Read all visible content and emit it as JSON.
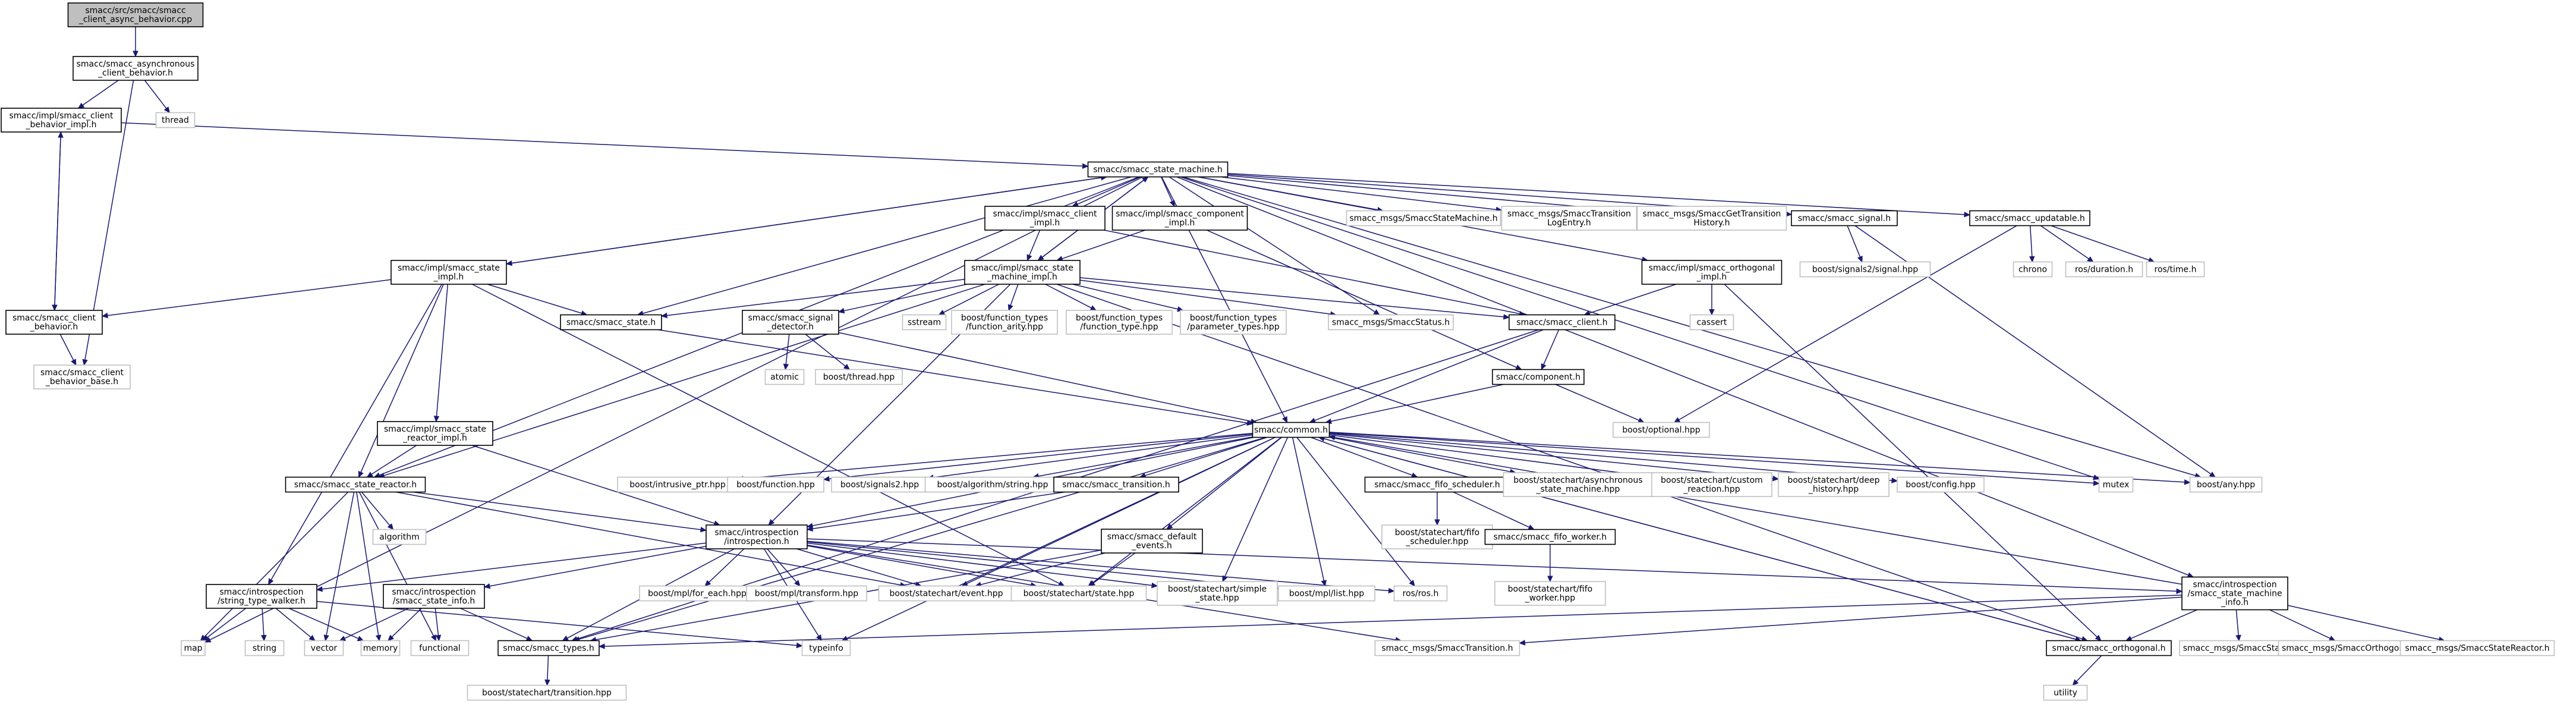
{
  "colors": {
    "edge": "#191970",
    "main_fill": "#bfbfbf",
    "node_border": "#000000",
    "external_border": "#bfbfbf"
  },
  "nodes": [
    {
      "id": "root",
      "lines": [
        "smacc/src/smacc/smacc",
        "_client_async_behavior.cpp"
      ],
      "kind": "main"
    },
    {
      "id": "async_cb",
      "lines": [
        "smacc/smacc_asynchronous",
        "_client_behavior.h"
      ],
      "kind": "doc"
    },
    {
      "id": "thread",
      "lines": [
        "thread"
      ],
      "kind": "ext"
    },
    {
      "id": "cb_impl",
      "lines": [
        "smacc/impl/smacc_client",
        "_behavior_impl.h"
      ],
      "kind": "doc"
    },
    {
      "id": "sm",
      "lines": [
        "smacc/smacc_state_machine.h"
      ],
      "kind": "doc"
    },
    {
      "id": "client_impl",
      "lines": [
        "smacc/impl/smacc_client",
        "_impl.h"
      ],
      "kind": "doc"
    },
    {
      "id": "comp_impl",
      "lines": [
        "smacc/impl/smacc_component",
        "_impl.h"
      ],
      "kind": "doc"
    },
    {
      "id": "msg_sm",
      "lines": [
        "smacc_msgs/SmaccStateMachine.h"
      ],
      "kind": "ext"
    },
    {
      "id": "msg_tle",
      "lines": [
        "smacc_msgs/SmaccTransition",
        "LogEntry.h"
      ],
      "kind": "ext"
    },
    {
      "id": "msg_gth",
      "lines": [
        "smacc_msgs/SmaccGetTransition",
        "History.h"
      ],
      "kind": "ext"
    },
    {
      "id": "signal",
      "lines": [
        "smacc/smacc_signal.h"
      ],
      "kind": "doc"
    },
    {
      "id": "updatable",
      "lines": [
        "smacc/smacc_updatable.h"
      ],
      "kind": "doc"
    },
    {
      "id": "state_impl",
      "lines": [
        "smacc/impl/smacc_state",
        "_impl.h"
      ],
      "kind": "doc"
    },
    {
      "id": "sm_impl",
      "lines": [
        "smacc/impl/smacc_state",
        "_machine_impl.h"
      ],
      "kind": "doc"
    },
    {
      "id": "orth_impl",
      "lines": [
        "smacc/impl/smacc_orthogonal",
        "_impl.h"
      ],
      "kind": "doc"
    },
    {
      "id": "signals2_signal",
      "lines": [
        "boost/signals2/signal.hpp"
      ],
      "kind": "ext"
    },
    {
      "id": "chrono",
      "lines": [
        "chrono"
      ],
      "kind": "ext"
    },
    {
      "id": "ros_duration",
      "lines": [
        "ros/duration.h"
      ],
      "kind": "ext"
    },
    {
      "id": "ros_time",
      "lines": [
        "ros/time.h"
      ],
      "kind": "ext"
    },
    {
      "id": "client_behavior",
      "lines": [
        "smacc/smacc_client",
        "_behavior.h"
      ],
      "kind": "doc"
    },
    {
      "id": "state",
      "lines": [
        "smacc/smacc_state.h"
      ],
      "kind": "doc"
    },
    {
      "id": "sig_detector",
      "lines": [
        "smacc/smacc_signal",
        "_detector.h"
      ],
      "kind": "doc"
    },
    {
      "id": "sstream",
      "lines": [
        "sstream"
      ],
      "kind": "ext"
    },
    {
      "id": "ft_arity",
      "lines": [
        "boost/function_types",
        "/function_arity.hpp"
      ],
      "kind": "ext"
    },
    {
      "id": "ft_type",
      "lines": [
        "boost/function_types",
        "/function_type.hpp"
      ],
      "kind": "ext"
    },
    {
      "id": "ft_param",
      "lines": [
        "boost/function_types",
        "/parameter_types.hpp"
      ],
      "kind": "ext"
    },
    {
      "id": "msg_status",
      "lines": [
        "smacc_msgs/SmaccStatus.h"
      ],
      "kind": "ext"
    },
    {
      "id": "client",
      "lines": [
        "smacc/smacc_client.h"
      ],
      "kind": "doc"
    },
    {
      "id": "cassert",
      "lines": [
        "cassert"
      ],
      "kind": "ext"
    },
    {
      "id": "cb_base",
      "lines": [
        "smacc/smacc_client",
        "_behavior_base.h"
      ],
      "kind": "ext"
    },
    {
      "id": "atomic",
      "lines": [
        "atomic"
      ],
      "kind": "ext"
    },
    {
      "id": "boost_thread",
      "lines": [
        "boost/thread.hpp"
      ],
      "kind": "ext"
    },
    {
      "id": "component",
      "lines": [
        "smacc/component.h"
      ],
      "kind": "doc"
    },
    {
      "id": "optional",
      "lines": [
        "boost/optional.hpp"
      ],
      "kind": "ext"
    },
    {
      "id": "reactor_impl",
      "lines": [
        "smacc/impl/smacc_state",
        "_reactor_impl.h"
      ],
      "kind": "doc"
    },
    {
      "id": "common",
      "lines": [
        "smacc/common.h"
      ],
      "kind": "doc"
    },
    {
      "id": "reactor",
      "lines": [
        "smacc/smacc_state_reactor.h"
      ],
      "kind": "doc"
    },
    {
      "id": "intrusive_ptr",
      "lines": [
        "boost/intrusive_ptr.hpp"
      ],
      "kind": "ext"
    },
    {
      "id": "function",
      "lines": [
        "boost/function.hpp"
      ],
      "kind": "ext"
    },
    {
      "id": "signals2",
      "lines": [
        "boost/signals2.hpp"
      ],
      "kind": "ext"
    },
    {
      "id": "algo_string",
      "lines": [
        "boost/algorithm/string.hpp"
      ],
      "kind": "ext"
    },
    {
      "id": "transition",
      "lines": [
        "smacc/smacc_transition.h"
      ],
      "kind": "doc"
    },
    {
      "id": "fifo_sched",
      "lines": [
        "smacc/smacc_fifo_scheduler.h"
      ],
      "kind": "doc"
    },
    {
      "id": "sc_async",
      "lines": [
        "boost/statechart/asynchronous",
        "_state_machine.hpp"
      ],
      "kind": "ext"
    },
    {
      "id": "sc_custom",
      "lines": [
        "boost/statechart/custom",
        "_reaction.hpp"
      ],
      "kind": "ext"
    },
    {
      "id": "sc_deep",
      "lines": [
        "boost/statechart/deep",
        "_history.hpp"
      ],
      "kind": "ext"
    },
    {
      "id": "config",
      "lines": [
        "boost/config.hpp"
      ],
      "kind": "ext"
    },
    {
      "id": "mutex",
      "lines": [
        "mutex"
      ],
      "kind": "ext"
    },
    {
      "id": "boost_any",
      "lines": [
        "boost/any.hpp"
      ],
      "kind": "ext"
    },
    {
      "id": "algorithm",
      "lines": [
        "algorithm"
      ],
      "kind": "ext"
    },
    {
      "id": "sc_fifo_sched",
      "lines": [
        "boost/statechart/fifo",
        "_scheduler.hpp"
      ],
      "kind": "ext"
    },
    {
      "id": "fifo_worker",
      "lines": [
        "smacc/smacc_fifo_worker.h"
      ],
      "kind": "doc"
    },
    {
      "id": "introspection",
      "lines": [
        "smacc/introspection",
        "/introspection.h"
      ],
      "kind": "doc"
    },
    {
      "id": "default_events",
      "lines": [
        "smacc/smacc_default",
        "_events.h"
      ],
      "kind": "doc"
    },
    {
      "id": "stw",
      "lines": [
        "smacc/introspection",
        "/string_type_walker.h"
      ],
      "kind": "doc"
    },
    {
      "id": "sm_state_info",
      "lines": [
        "smacc/introspection",
        "/smacc_state_info.h"
      ],
      "kind": "doc"
    },
    {
      "id": "mpl_foreach",
      "lines": [
        "boost/mpl/for_each.hpp"
      ],
      "kind": "ext"
    },
    {
      "id": "mpl_transform",
      "lines": [
        "boost/mpl/transform.hpp"
      ],
      "kind": "ext"
    },
    {
      "id": "sc_event",
      "lines": [
        "boost/statechart/event.hpp"
      ],
      "kind": "ext"
    },
    {
      "id": "sc_state",
      "lines": [
        "boost/statechart/state.hpp"
      ],
      "kind": "ext"
    },
    {
      "id": "sc_simple",
      "lines": [
        "boost/statechart/simple",
        "_state.hpp"
      ],
      "kind": "ext"
    },
    {
      "id": "mpl_list",
      "lines": [
        "boost/mpl/list.hpp"
      ],
      "kind": "ext"
    },
    {
      "id": "ros",
      "lines": [
        "ros/ros.h"
      ],
      "kind": "ext"
    },
    {
      "id": "sm_info",
      "lines": [
        "smacc/introspection",
        "/smacc_state_machine",
        "_info.h"
      ],
      "kind": "doc"
    },
    {
      "id": "sc_fifo_worker",
      "lines": [
        "boost/statechart/fifo",
        "_worker.hpp"
      ],
      "kind": "ext"
    },
    {
      "id": "map",
      "lines": [
        "map"
      ],
      "kind": "ext"
    },
    {
      "id": "string",
      "lines": [
        "string"
      ],
      "kind": "ext"
    },
    {
      "id": "vector",
      "lines": [
        "vector"
      ],
      "kind": "ext"
    },
    {
      "id": "memory",
      "lines": [
        "memory"
      ],
      "kind": "ext"
    },
    {
      "id": "functional",
      "lines": [
        "functional"
      ],
      "kind": "ext"
    },
    {
      "id": "types",
      "lines": [
        "smacc/smacc_types.h"
      ],
      "kind": "doc"
    },
    {
      "id": "typeinfo",
      "lines": [
        "typeinfo"
      ],
      "kind": "ext"
    },
    {
      "id": "msg_trans",
      "lines": [
        "smacc_msgs/SmaccTransition.h"
      ],
      "kind": "ext"
    },
    {
      "id": "orthogonal",
      "lines": [
        "smacc/smacc_orthogonal.h"
      ],
      "kind": "doc"
    },
    {
      "id": "msg_state",
      "lines": [
        "smacc_msgs/SmaccState.h"
      ],
      "kind": "ext"
    },
    {
      "id": "msg_orth",
      "lines": [
        "smacc_msgs/SmaccOrthogonal.h"
      ],
      "kind": "ext"
    },
    {
      "id": "msg_reactor",
      "lines": [
        "smacc_msgs/SmaccStateReactor.h"
      ],
      "kind": "ext"
    },
    {
      "id": "sc_transition",
      "lines": [
        "boost/statechart/transition.hpp"
      ],
      "kind": "ext"
    },
    {
      "id": "utility",
      "lines": [
        "utility"
      ],
      "kind": "ext"
    }
  ],
  "edges": [
    [
      "root",
      "async_cb"
    ],
    [
      "async_cb",
      "thread"
    ],
    [
      "async_cb",
      "cb_impl"
    ],
    [
      "async_cb",
      "cb_base"
    ],
    [
      "cb_impl",
      "sm"
    ],
    [
      "cb_impl",
      "client_behavior"
    ],
    [
      "client_behavior",
      "cb_impl"
    ],
    [
      "client_behavior",
      "cb_base"
    ],
    [
      "sm",
      "client_impl"
    ],
    [
      "sm",
      "comp_impl"
    ],
    [
      "sm",
      "msg_sm"
    ],
    [
      "sm",
      "msg_tle"
    ],
    [
      "sm",
      "msg_gth"
    ],
    [
      "sm",
      "signal"
    ],
    [
      "sm",
      "updatable"
    ],
    [
      "sm",
      "state_impl"
    ],
    [
      "sm",
      "sm_impl"
    ],
    [
      "sm",
      "orth_impl"
    ],
    [
      "sm",
      "common"
    ],
    [
      "sm",
      "reactor"
    ],
    [
      "sm",
      "msg_status"
    ],
    [
      "sm",
      "map"
    ],
    [
      "sm",
      "mutex"
    ],
    [
      "sm",
      "boost_any"
    ],
    [
      "sm",
      "sm_info"
    ],
    [
      "sm",
      "state"
    ],
    [
      "client_impl",
      "sm_impl"
    ],
    [
      "client_impl",
      "client"
    ],
    [
      "comp_impl",
      "sm_impl"
    ],
    [
      "comp_impl",
      "component"
    ],
    [
      "signal",
      "signals2_signal"
    ],
    [
      "signal",
      "boost_any"
    ],
    [
      "updatable",
      "chrono"
    ],
    [
      "updatable",
      "ros_duration"
    ],
    [
      "updatable",
      "ros_time"
    ],
    [
      "updatable",
      "optional"
    ],
    [
      "orth_impl",
      "client"
    ],
    [
      "orth_impl",
      "cassert"
    ],
    [
      "orth_impl",
      "orthogonal"
    ],
    [
      "state_impl",
      "sm"
    ],
    [
      "state_impl",
      "client_behavior"
    ],
    [
      "state_impl",
      "state"
    ],
    [
      "state_impl",
      "reactor_impl"
    ],
    [
      "state_impl",
      "reactor"
    ],
    [
      "state_impl",
      "stw"
    ],
    [
      "state_impl",
      "sc_state"
    ],
    [
      "sm_impl",
      "sm"
    ],
    [
      "sm_impl",
      "state"
    ],
    [
      "sm_impl",
      "sig_detector"
    ],
    [
      "sm_impl",
      "sstream"
    ],
    [
      "sm_impl",
      "ft_arity"
    ],
    [
      "sm_impl",
      "ft_type"
    ],
    [
      "sm_impl",
      "ft_param"
    ],
    [
      "sm_impl",
      "msg_status"
    ],
    [
      "sm_impl",
      "client"
    ],
    [
      "sm_impl",
      "reactor"
    ],
    [
      "sm_impl",
      "introspection"
    ],
    [
      "sm_impl",
      "orthogonal"
    ],
    [
      "sig_detector",
      "atomic"
    ],
    [
      "sig_detector",
      "boost_thread"
    ],
    [
      "sig_detector",
      "common"
    ],
    [
      "client",
      "common"
    ],
    [
      "client",
      "component"
    ],
    [
      "client",
      "types"
    ],
    [
      "component",
      "common"
    ],
    [
      "component",
      "optional"
    ],
    [
      "state",
      "common"
    ],
    [
      "reactor_impl",
      "reactor"
    ],
    [
      "reactor_impl",
      "introspection"
    ],
    [
      "reactor",
      "introspection"
    ],
    [
      "reactor",
      "algorithm"
    ],
    [
      "reactor",
      "map"
    ],
    [
      "reactor",
      "memory"
    ],
    [
      "reactor",
      "functional"
    ],
    [
      "reactor",
      "vector"
    ],
    [
      "reactor",
      "sc_event"
    ],
    [
      "common",
      "intrusive_ptr"
    ],
    [
      "common",
      "function"
    ],
    [
      "common",
      "signals2"
    ],
    [
      "common",
      "algo_string"
    ],
    [
      "common",
      "transition"
    ],
    [
      "common",
      "fifo_sched"
    ],
    [
      "common",
      "sc_async"
    ],
    [
      "common",
      "sc_custom"
    ],
    [
      "common",
      "sc_deep"
    ],
    [
      "common",
      "config"
    ],
    [
      "common",
      "mutex"
    ],
    [
      "common",
      "boost_any"
    ],
    [
      "common",
      "introspection"
    ],
    [
      "common",
      "default_events"
    ],
    [
      "common",
      "sc_event"
    ],
    [
      "common",
      "sc_simple"
    ],
    [
      "common",
      "sc_state"
    ],
    [
      "common",
      "mpl_list"
    ],
    [
      "common",
      "ros"
    ],
    [
      "common",
      "typeinfo"
    ],
    [
      "common",
      "orthogonal"
    ],
    [
      "common",
      "types"
    ],
    [
      "transition",
      "introspection"
    ],
    [
      "fifo_sched",
      "sc_fifo_sched"
    ],
    [
      "fifo_sched",
      "fifo_worker"
    ],
    [
      "fifo_worker",
      "sc_fifo_worker"
    ],
    [
      "introspection",
      "stw"
    ],
    [
      "introspection",
      "sm_state_info"
    ],
    [
      "introspection",
      "mpl_foreach"
    ],
    [
      "introspection",
      "mpl_transform"
    ],
    [
      "introspection",
      "sc_event"
    ],
    [
      "introspection",
      "sc_state"
    ],
    [
      "introspection",
      "sc_simple"
    ],
    [
      "introspection",
      "mpl_list"
    ],
    [
      "introspection",
      "ros"
    ],
    [
      "introspection",
      "sm_info"
    ],
    [
      "introspection",
      "types"
    ],
    [
      "introspection",
      "typeinfo"
    ],
    [
      "introspection",
      "msg_trans"
    ],
    [
      "default_events",
      "sc_event"
    ],
    [
      "default_events",
      "sc_state"
    ],
    [
      "default_events",
      "types"
    ],
    [
      "stw",
      "map"
    ],
    [
      "stw",
      "string"
    ],
    [
      "stw",
      "vector"
    ],
    [
      "stw",
      "memory"
    ],
    [
      "stw",
      "typeinfo"
    ],
    [
      "sm_state_info",
      "vector"
    ],
    [
      "sm_state_info",
      "memory"
    ],
    [
      "sm_state_info",
      "functional"
    ],
    [
      "sm_state_info",
      "types"
    ],
    [
      "sm_info",
      "common"
    ],
    [
      "sm_info",
      "types"
    ],
    [
      "sm_info",
      "orthogonal"
    ],
    [
      "sm_info",
      "msg_state"
    ],
    [
      "sm_info",
      "msg_orth"
    ],
    [
      "sm_info",
      "msg_reactor"
    ],
    [
      "sm_info",
      "msg_trans"
    ],
    [
      "orthogonal",
      "common"
    ],
    [
      "orthogonal",
      "utility"
    ],
    [
      "types",
      "sc_transition"
    ]
  ]
}
